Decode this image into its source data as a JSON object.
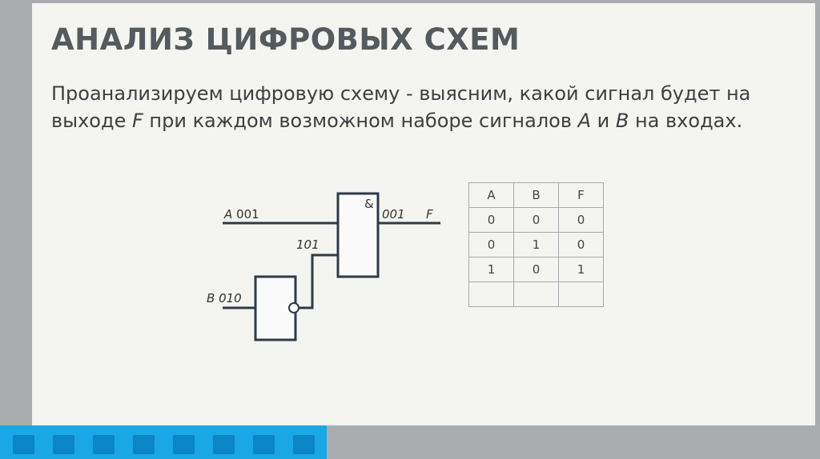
{
  "slide": {
    "title": "АНАЛИЗ ЦИФРОВЫХ СХЕМ",
    "intro": {
      "part1": "Проанализируем цифровую схему - выясним, какой сигнал будет на выходе ",
      "var_f": "F",
      "part2": " при каждом возможном наборе сигналов ",
      "var_a": "A",
      "part3": " и ",
      "var_b": "B",
      "part4": " на входах."
    }
  },
  "circuit": {
    "input_a": {
      "name": "A",
      "value": "001"
    },
    "input_b": {
      "name": "B",
      "value": "010"
    },
    "not_output": "101",
    "and_symbol": "&",
    "output_value": "001",
    "output_name": "F"
  },
  "truth_table": {
    "headers": [
      "A",
      "B",
      "F"
    ],
    "rows": [
      [
        "0",
        "0",
        "0"
      ],
      [
        "0",
        "1",
        "0"
      ],
      [
        "1",
        "0",
        "1"
      ],
      [
        "",
        "",
        ""
      ]
    ]
  },
  "colors": {
    "background": "#f4f5f0",
    "frame": "#a9acaf",
    "accent": "#1aa7e5",
    "accent_dark": "#0a86c6",
    "line": "#2f3a47"
  }
}
